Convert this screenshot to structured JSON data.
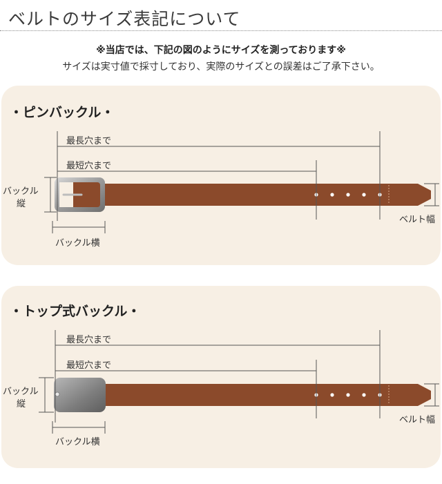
{
  "header": {
    "title": "ベルトのサイズ表記について",
    "note_bold": "※当店では、下記の図のようにサイズを測っております※",
    "note": "サイズは実寸値で採寸しており、実際のサイズとの誤差はご了承下さい。"
  },
  "sections": [
    {
      "heading": "・ピンバックル・",
      "labels": {
        "max_length": "最長穴まで",
        "min_length": "最短穴まで",
        "buckle_height_line1": "バックル",
        "buckle_height_line2": "縦",
        "buckle_width": "バックル横",
        "belt_width": "ベルト幅"
      }
    },
    {
      "heading": "・トップ式バックル・",
      "labels": {
        "max_length": "最長穴まで",
        "min_length": "最短穴まで",
        "buckle_height_line1": "バックル",
        "buckle_height_line2": "縦",
        "buckle_width": "バックル横",
        "belt_width": "ベルト幅"
      }
    }
  ],
  "colors": {
    "panel": "#f7efe4",
    "belt": "#8b4a2b",
    "buckle": "#8e8e8e",
    "line": "#555555"
  }
}
